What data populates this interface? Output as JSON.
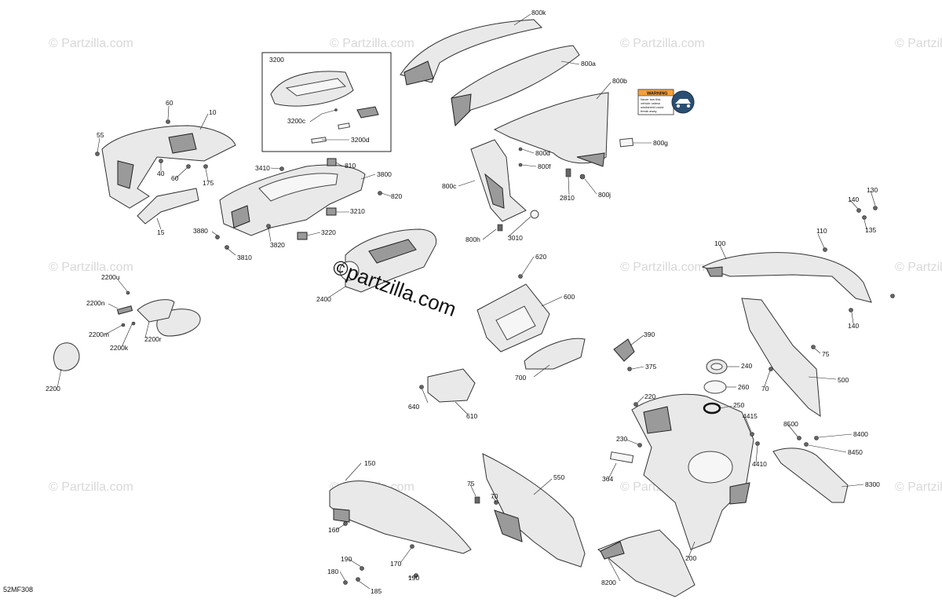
{
  "diagram_code": "52MF308",
  "watermark_brand": "© Partzilla.com",
  "center_watermark": "©partzilla.com",
  "warning_decal": {
    "title": "WARNING",
    "lines": [
      "Never tow this",
      "vehicle unless",
      "windshield could",
      "break away"
    ]
  },
  "callouts": [
    "800k",
    "800a",
    "800b",
    "3200",
    "3200c",
    "3200d",
    "800g",
    "800d",
    "800f",
    "800c",
    "2810",
    "800j",
    "800h",
    "3010",
    "60",
    "10",
    "55",
    "40",
    "60",
    "175",
    "15",
    "3410",
    "810",
    "3800",
    "820",
    "3210",
    "3880",
    "3220",
    "3820",
    "3810",
    "2400",
    "620",
    "600",
    "390",
    "375",
    "700",
    "640",
    "610",
    "130",
    "140",
    "135",
    "110",
    "100",
    "140",
    "75",
    "70",
    "500",
    "2200u",
    "2200n",
    "2200m",
    "2200k",
    "2200r",
    "2200",
    "240",
    "260",
    "250",
    "220",
    "230",
    "364",
    "4415",
    "4410",
    "8500",
    "8400",
    "8450",
    "8300",
    "200",
    "150",
    "160",
    "190",
    "180",
    "185",
    "170",
    "190",
    "75",
    "70",
    "550",
    "8200"
  ]
}
